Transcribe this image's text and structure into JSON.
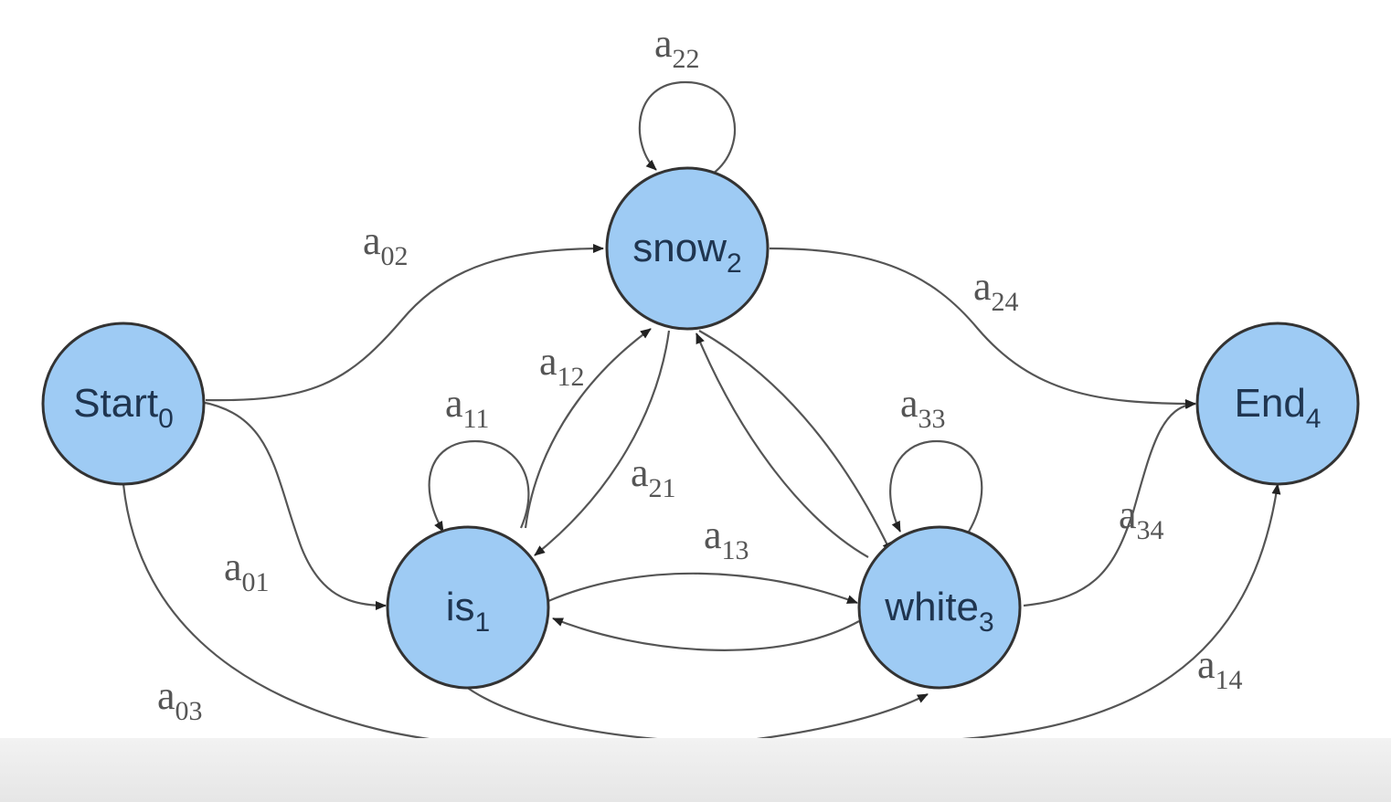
{
  "colors": {
    "node_fill": "#9ecbf4",
    "node_stroke": "#333333",
    "edge": "#555555",
    "node_text": "#1f3550",
    "label_text": "#555555",
    "bottom_bar": "#ececec"
  },
  "nodes": [
    {
      "id": "start",
      "name": "Start",
      "sub": "0"
    },
    {
      "id": "is",
      "name": "is",
      "sub": "1"
    },
    {
      "id": "snow",
      "name": "snow",
      "sub": "2"
    },
    {
      "id": "white",
      "name": "white",
      "sub": "3"
    },
    {
      "id": "end",
      "name": "End",
      "sub": "4"
    }
  ],
  "edges": [
    {
      "id": "a01",
      "from": "start",
      "to": "is",
      "label": "a",
      "sub": "01"
    },
    {
      "id": "a02",
      "from": "start",
      "to": "snow",
      "label": "a",
      "sub": "02"
    },
    {
      "id": "a03",
      "from": "start",
      "to": "white",
      "label": "a",
      "sub": "03"
    },
    {
      "id": "a11",
      "from": "is",
      "to": "is",
      "label": "a",
      "sub": "11"
    },
    {
      "id": "a12",
      "from": "is",
      "to": "snow",
      "label": "a",
      "sub": "12"
    },
    {
      "id": "a13",
      "from": "is",
      "to": "white",
      "label": "a",
      "sub": "13"
    },
    {
      "id": "a14",
      "from": "is",
      "to": "end",
      "label": "a",
      "sub": "14"
    },
    {
      "id": "a21",
      "from": "snow",
      "to": "is",
      "label": "a",
      "sub": "21"
    },
    {
      "id": "a22",
      "from": "snow",
      "to": "snow",
      "label": "a",
      "sub": "22"
    },
    {
      "id": "a24",
      "from": "snow",
      "to": "end",
      "label": "a",
      "sub": "24"
    },
    {
      "id": "a33",
      "from": "white",
      "to": "white",
      "label": "a",
      "sub": "33"
    },
    {
      "id": "a34",
      "from": "white",
      "to": "end",
      "label": "a",
      "sub": "34"
    }
  ]
}
